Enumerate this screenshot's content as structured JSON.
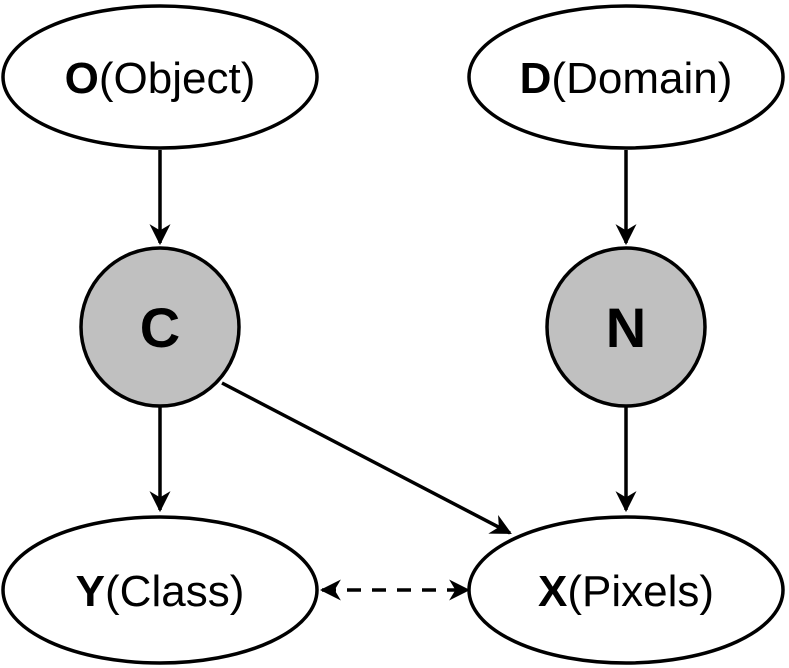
{
  "colors": {
    "observed_fill": "#ffffff",
    "latent_fill": "#c0c0c0",
    "stroke": "#000000"
  },
  "nodes": {
    "object": {
      "letter": "O",
      "label": "(Object)"
    },
    "domain": {
      "letter": "D",
      "label": "(Domain)"
    },
    "c": {
      "letter": "C"
    },
    "n": {
      "letter": "N"
    },
    "class": {
      "letter": "Y",
      "label": "(Class)"
    },
    "pixels": {
      "letter": "X",
      "label": "(Pixels)"
    }
  },
  "edges": [
    {
      "from": "O",
      "to": "C",
      "style": "solid"
    },
    {
      "from": "D",
      "to": "N",
      "style": "solid"
    },
    {
      "from": "C",
      "to": "Y",
      "style": "solid"
    },
    {
      "from": "C",
      "to": "X",
      "style": "solid"
    },
    {
      "from": "N",
      "to": "X",
      "style": "solid"
    },
    {
      "from": "Y",
      "to": "X",
      "style": "dashed-bidirectional"
    }
  ]
}
